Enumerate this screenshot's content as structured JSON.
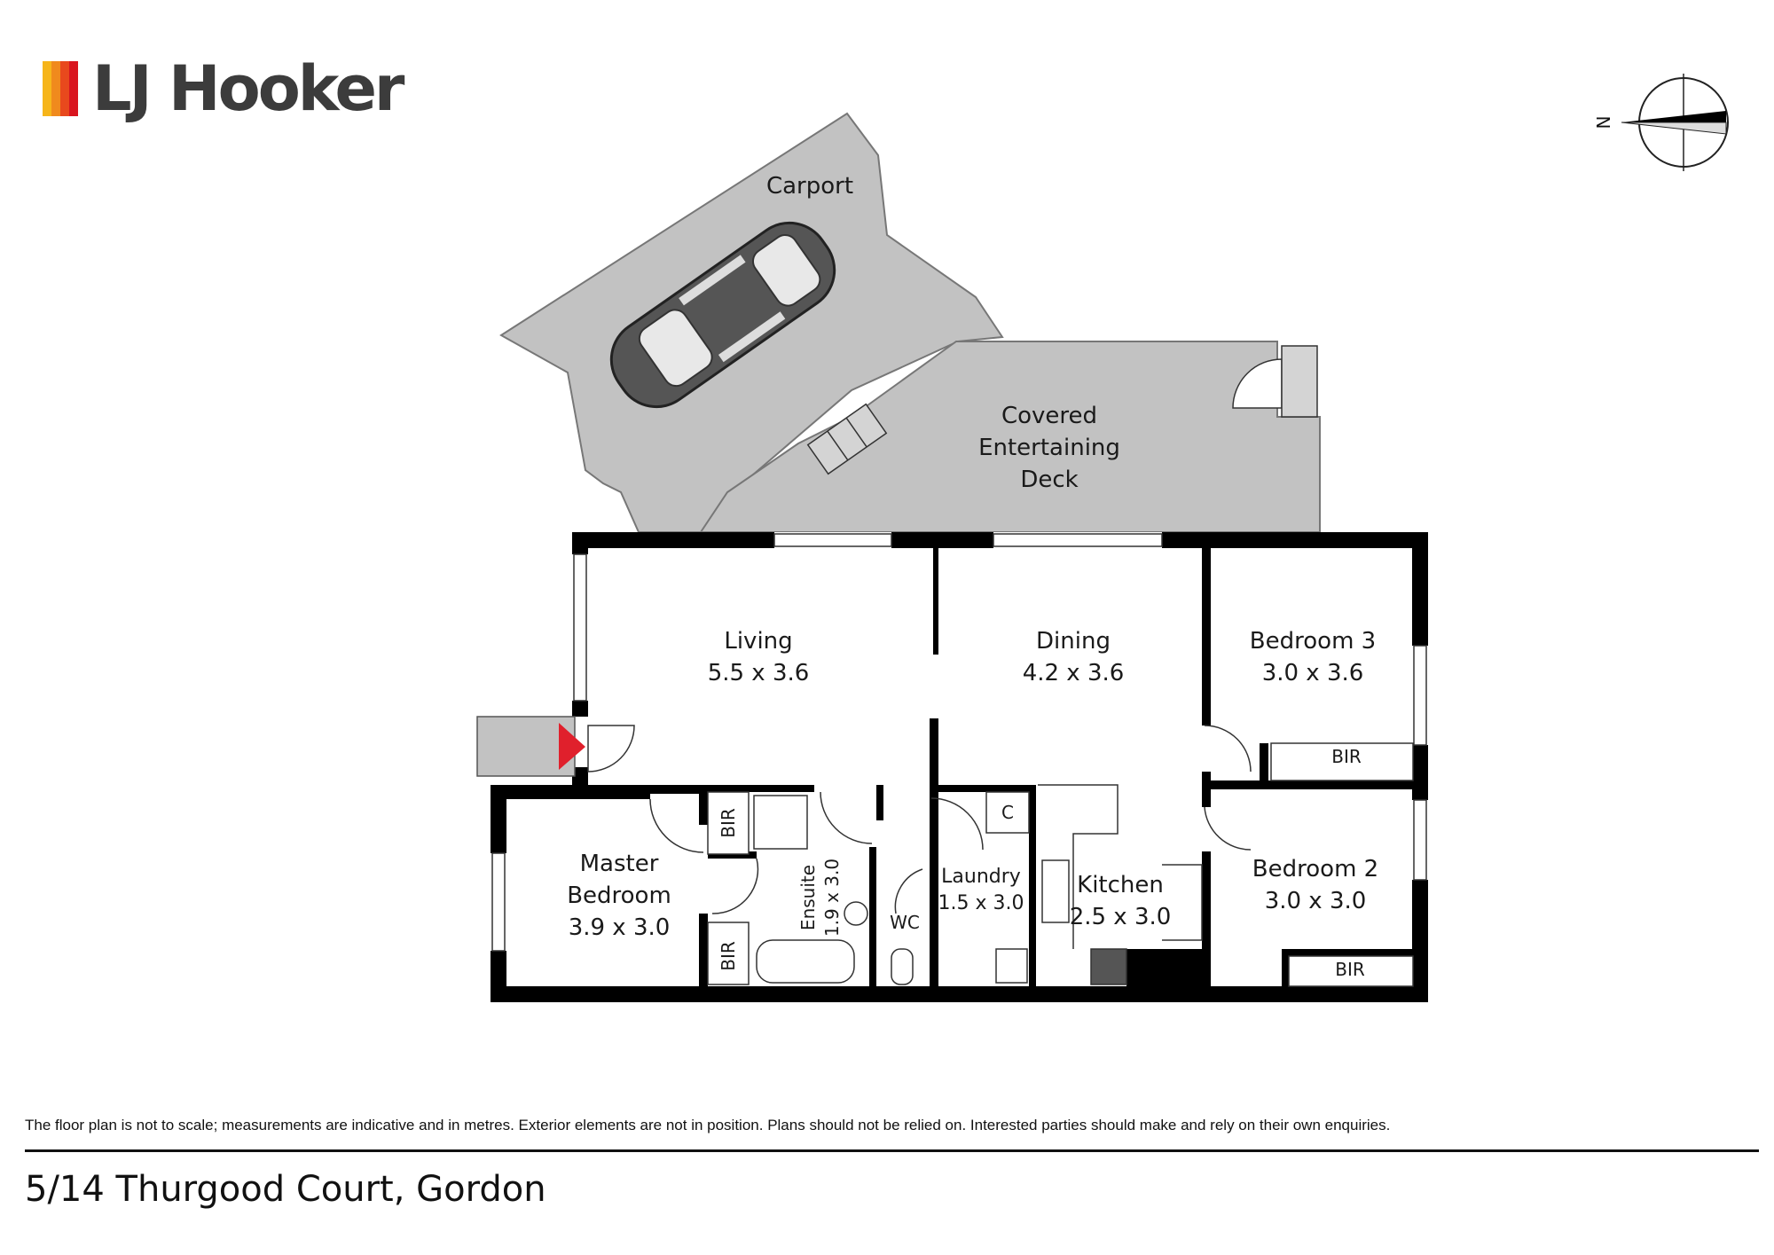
{
  "brand": {
    "name": "LJ Hooker",
    "bar_colors": [
      "#f6b51a",
      "#f08a1d",
      "#e8491d",
      "#d9151f"
    ]
  },
  "compass": {
    "label": "N"
  },
  "rooms": {
    "carport": "Carport",
    "deck_line1": "Covered",
    "deck_line2": "Entertaining",
    "deck_line3": "Deck",
    "living_name": "Living",
    "living_dims": "5.5 x 3.6",
    "dining_name": "Dining",
    "dining_dims": "4.2 x 3.6",
    "bed3_name": "Bedroom 3",
    "bed3_dims": "3.0 x 3.6",
    "bed3_bir": "BIR",
    "master_line1": "Master",
    "master_line2": "Bedroom",
    "master_dims": "3.9 x 3.0",
    "master_bir_top": "BIR",
    "master_bir_bottom": "BIR",
    "ensuite_name": "Ensuite",
    "ensuite_dims": "1.9 x 3.0",
    "wc": "WC",
    "cupboard": "C",
    "laundry_name": "Laundry",
    "laundry_dims": "1.5 x 3.0",
    "kitchen_name": "Kitchen",
    "kitchen_dims": "2.5 x 3.0",
    "bed2_name": "Bedroom 2",
    "bed2_dims": "3.0 x 3.0",
    "bed2_bir": "BIR"
  },
  "colors": {
    "wall": "#000000",
    "outdoor": "#c2c2c2",
    "entry_marker": "#e0202c"
  },
  "footer": {
    "disclaimer": "The floor plan is not to scale; measurements are indicative and in metres. Exterior elements are not in position. Plans should not be relied on. Interested parties should make and rely on their own enquiries.",
    "address": "5/14 Thurgood Court, Gordon"
  }
}
